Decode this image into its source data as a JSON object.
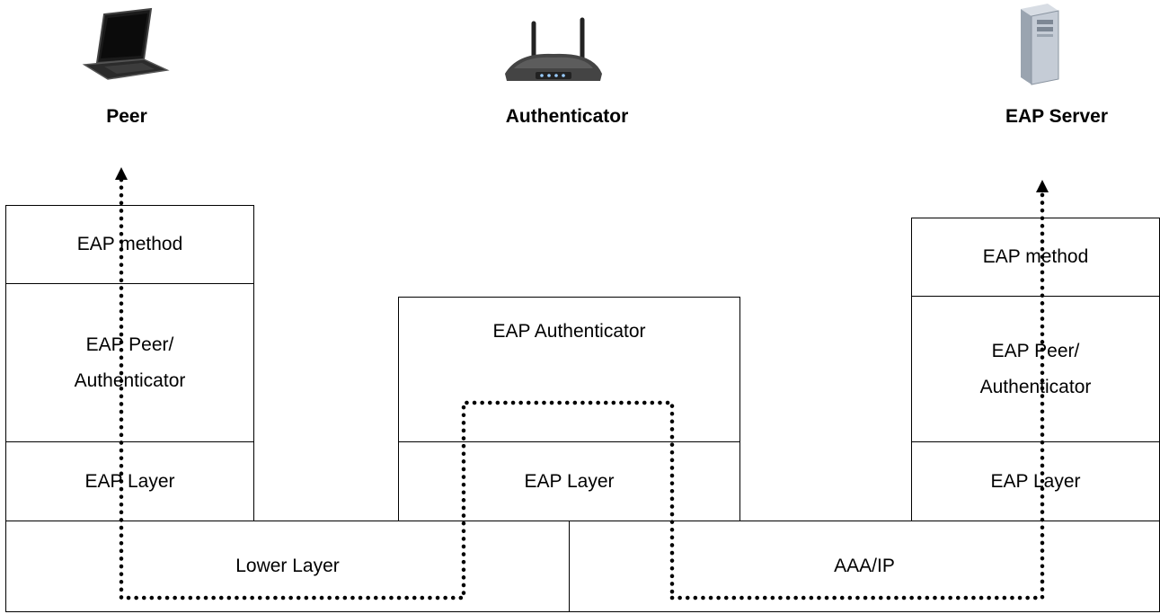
{
  "nodes": {
    "peer": {
      "label": "Peer",
      "icon": "laptop-icon"
    },
    "authenticator": {
      "label": "Authenticator",
      "icon": "router-icon"
    },
    "server": {
      "label": "EAP Server",
      "icon": "server-tower-icon"
    }
  },
  "peer_stack": {
    "method": "EAP method",
    "peer_auth_line1": "EAP Peer/",
    "peer_auth_line2": "Authenticator",
    "layer": "EAP Layer"
  },
  "auth_stack": {
    "authenticator": "EAP Authenticator",
    "layer": "EAP Layer"
  },
  "server_stack": {
    "method": "EAP method",
    "peer_auth_line1": "EAP Peer/",
    "peer_auth_line2": "Authenticator",
    "layer": "EAP Layer"
  },
  "transport": {
    "lower": "Lower Layer",
    "aaa": "AAA/IP"
  }
}
